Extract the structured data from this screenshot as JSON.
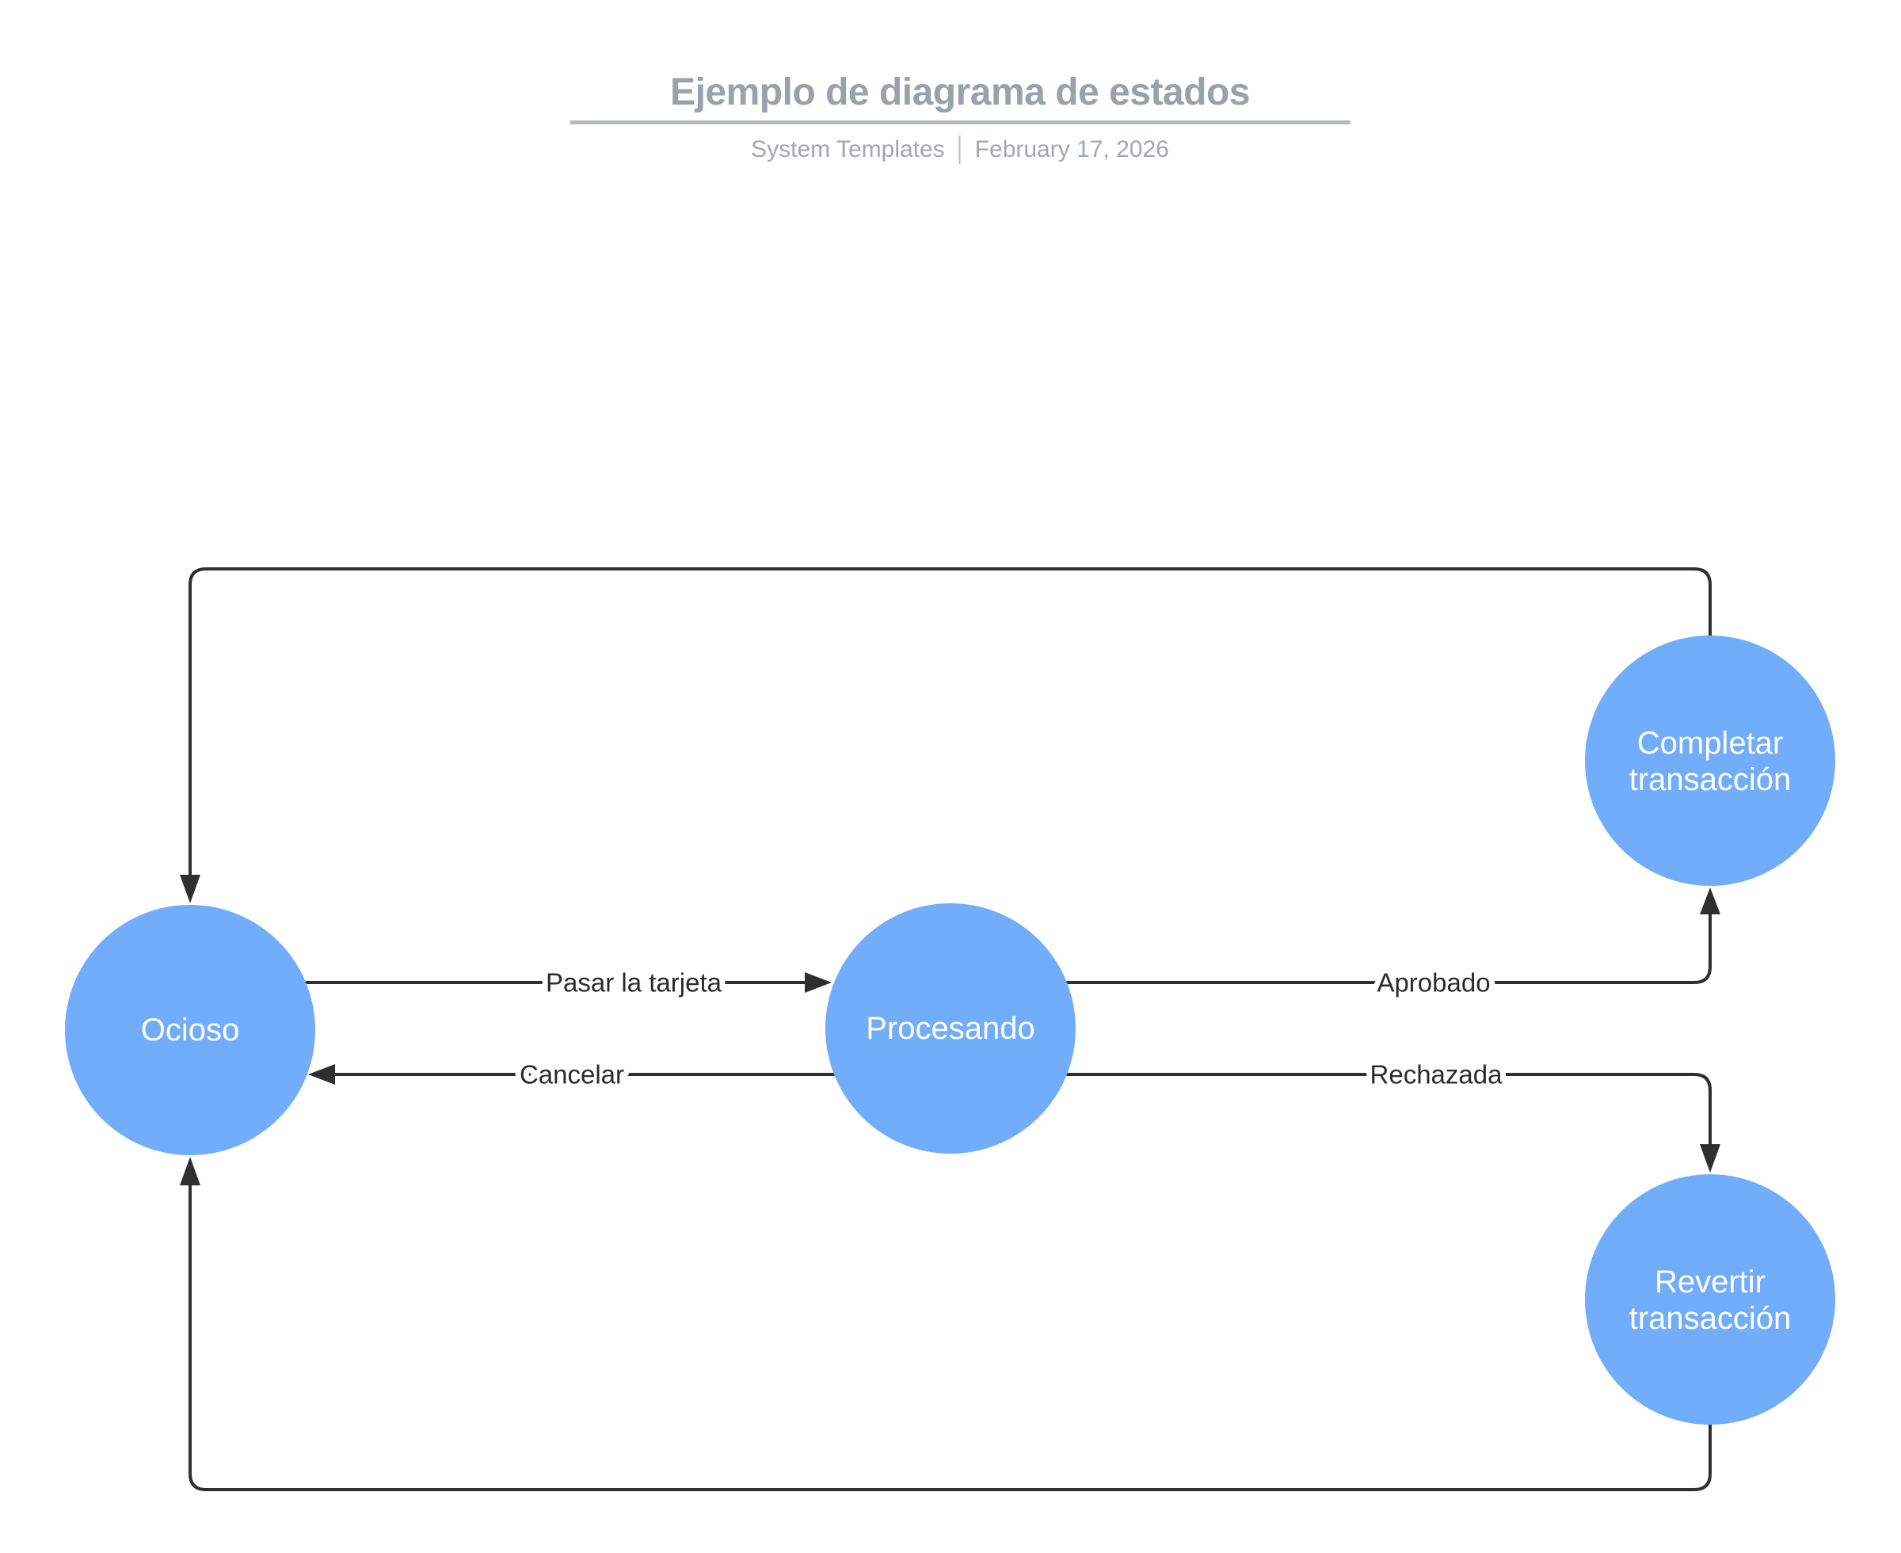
{
  "header": {
    "title": "Ejemplo de diagrama de estados",
    "author": "System Templates",
    "date": "February 17, 2026"
  },
  "colors": {
    "node_fill": "#71ADFA",
    "node_label": "#FFFFFF",
    "edge_stroke": "#2F2F2F",
    "edge_label_text": "#2B2B2B",
    "title_text": "#9AA1AB",
    "subtitle_text": "#A0A7AF",
    "title_rule": "#B3B9BF"
  },
  "diagram": {
    "type": "state-diagram",
    "nodes": [
      {
        "id": "ocioso",
        "label": "Ocioso"
      },
      {
        "id": "procesando",
        "label": "Procesando"
      },
      {
        "id": "completar",
        "label_line1": "Completar",
        "label_line2": "transacción"
      },
      {
        "id": "revertir",
        "label_line1": "Revertir",
        "label_line2": "transacción"
      }
    ],
    "edges": [
      {
        "label": "Pasar la tarjeta",
        "from": "Ocioso",
        "to": "Procesando"
      },
      {
        "label": "Cancelar",
        "from": "Procesando",
        "to": "Ocioso"
      },
      {
        "label": "Aprobado",
        "from": "Procesando",
        "to": "Completar transacción"
      },
      {
        "label": "Rechazada",
        "from": "Procesando",
        "to": "Revertir transacción"
      },
      {
        "label": "",
        "from": "Completar transacción",
        "to": "Ocioso"
      },
      {
        "label": "",
        "from": "Revertir transacción",
        "to": "Ocioso"
      }
    ]
  }
}
